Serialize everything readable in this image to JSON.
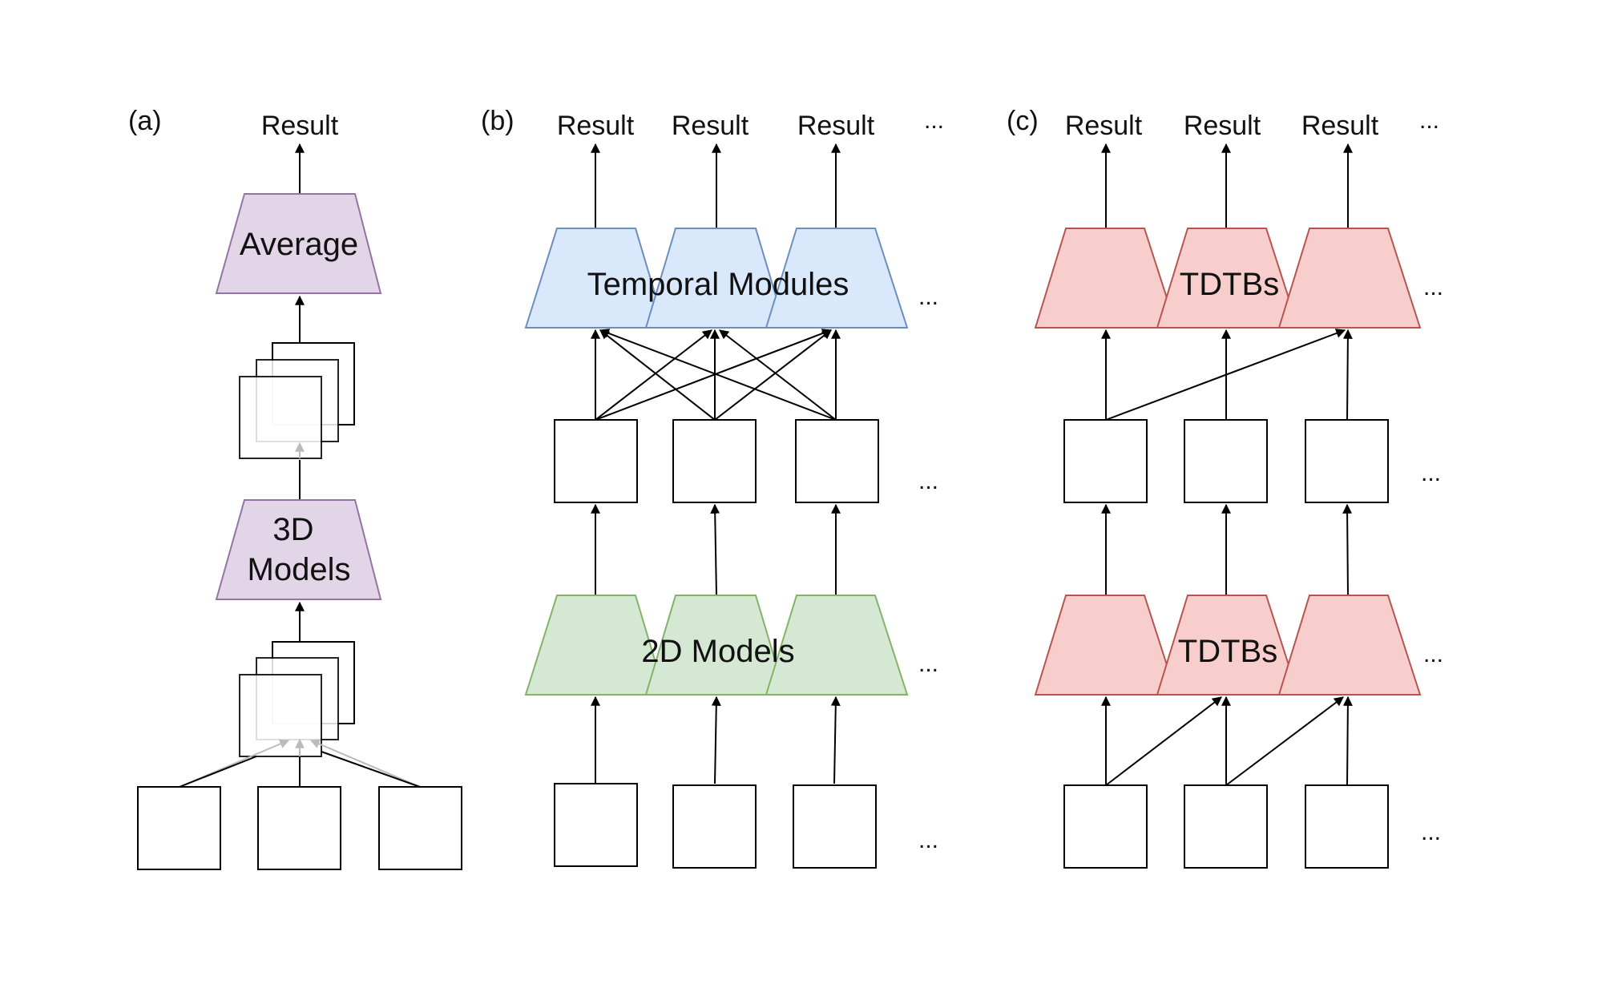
{
  "panels": {
    "a": {
      "label": "(a)",
      "result": "Result",
      "average": "Average",
      "model_line1": "3D",
      "model_line2": "Models"
    },
    "b": {
      "label": "(b)",
      "results": [
        "Result",
        "Result",
        "Result"
      ],
      "ellipsis": "...",
      "temporal": "Temporal Modules",
      "models2d": "2D Models"
    },
    "c": {
      "label": "(c)",
      "results": [
        "Result",
        "Result",
        "Result"
      ],
      "ellipsis": "...",
      "tdtb_top": "TDTBs",
      "tdtb_bottom": "TDTBs"
    }
  },
  "colors": {
    "purple_fill": "#e1d5e7",
    "purple_stroke": "#9673a6",
    "blue_fill": "#dae8fc",
    "blue_stroke": "#6c8ebf",
    "green_fill": "#d5e8d4",
    "green_stroke": "#82b366",
    "red_fill": "#f8cecc",
    "red_stroke": "#b85450"
  }
}
